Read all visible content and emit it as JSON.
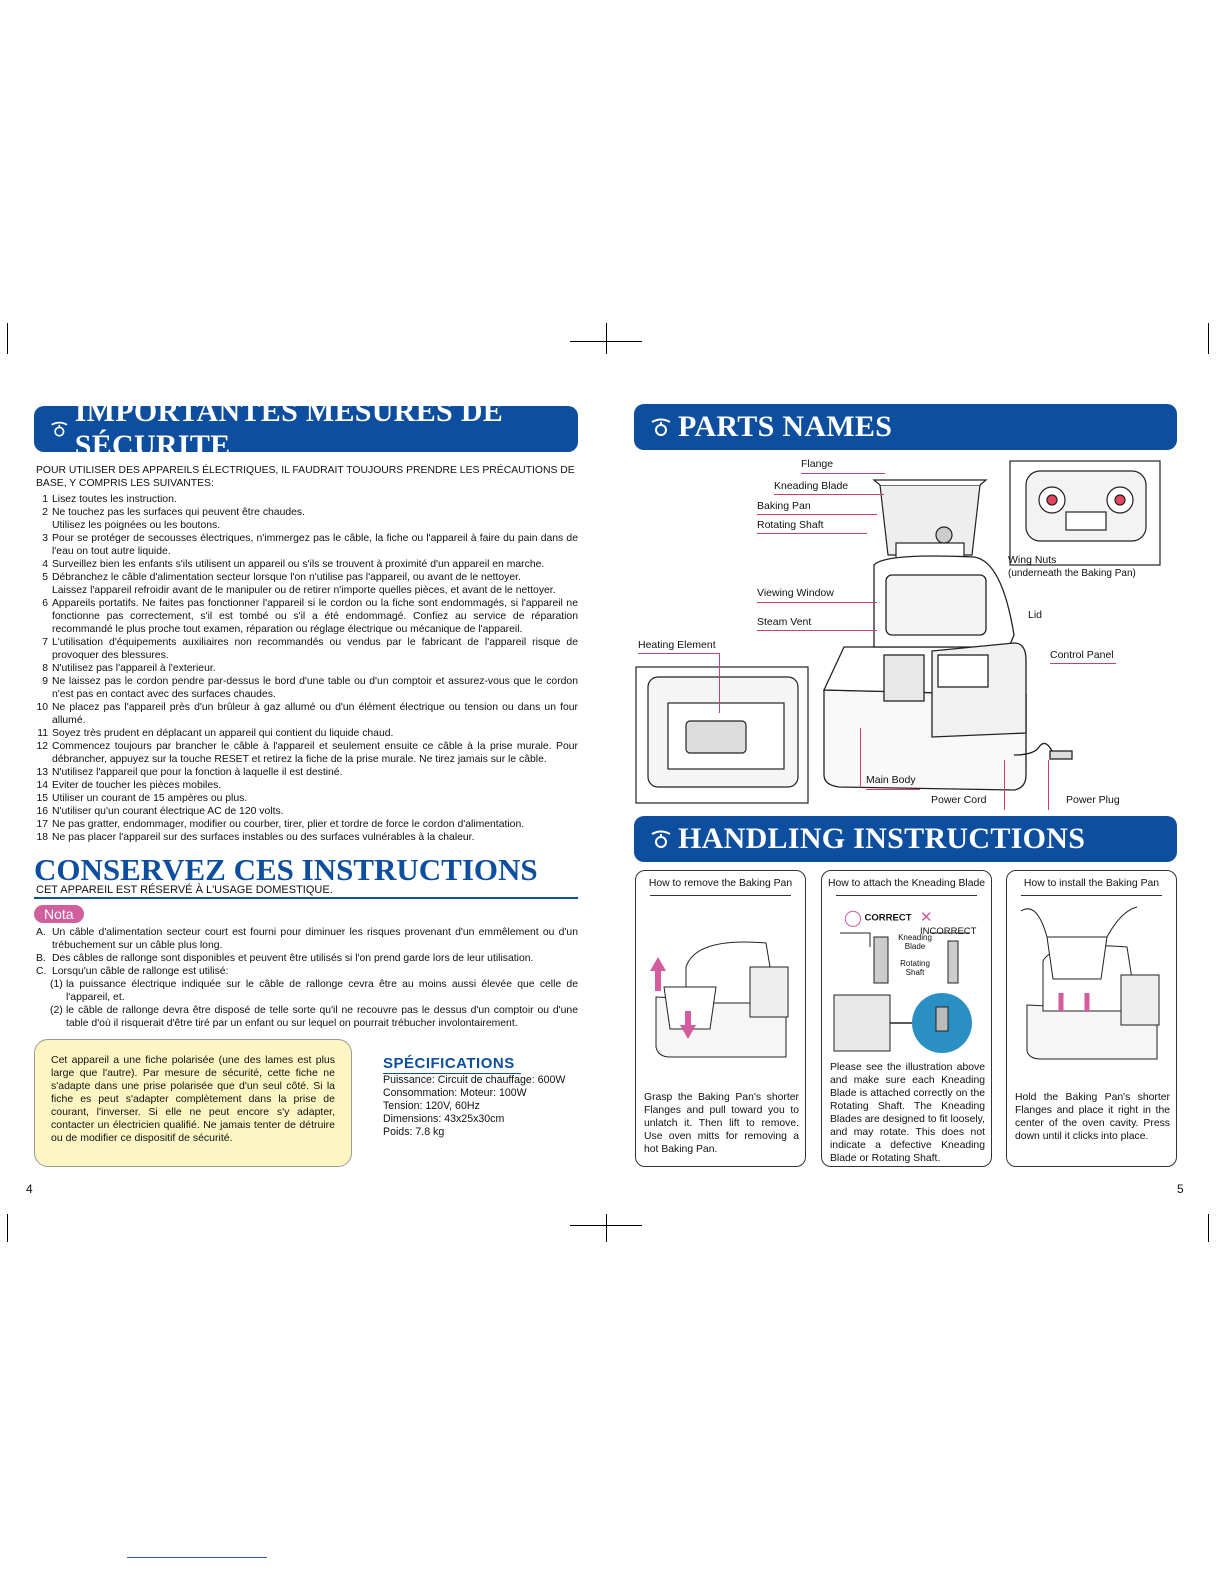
{
  "left": {
    "banner_title": "IMPORTANTES MESURES DE SÉCURITE",
    "intro": "POUR UTILISER DES APPAREILS ÉLECTRIQUES, IL FAUDRAIT TOUJOURS PRENDRE LES PRÉCAUTIONS DE BASE, Y COMPRIS LES SUIVANTES:",
    "rules": [
      {
        "n": "1",
        "text": "Lisez toutes les instruction."
      },
      {
        "n": "2",
        "text": "Ne touchez pas les surfaces qui peuvent être chaudes.",
        "sub": "Utilisez les poignées ou les boutons."
      },
      {
        "n": "3",
        "text": "Pour se protéger de secousses électriques, n'immergez pas le câble, la fiche ou l'appareil à faire du pain dans de l'eau on tout autre liquide."
      },
      {
        "n": "4",
        "text": "Surveillez bien les enfants s'ils utilisent un appareil ou s'ils se trouvent à proximité d'un appareil en marche."
      },
      {
        "n": "5",
        "text": "Débranchez le câble d'alimentation secteur lorsque l'on n'utilise pas l'appareil, ou avant de le nettoyer.",
        "sub": "Laissez l'appareil refroidir avant de le manipuler ou de retirer n'importe quelles pièces, et avant de le nettoyer."
      },
      {
        "n": "6",
        "text": "Appareils portatifs. Ne faites pas fonctionner l'appareil si le cordon ou la fiche sont endommagés, si l'appareil ne fonctionne pas correctement, s'il est tombé ou s'il a été endommagé. Confiez au service de réparation recommandé le plus proche tout examen, réparation ou réglage électrique ou mécanique de l'appareil."
      },
      {
        "n": "7",
        "text": "L'utilisation d'équipements auxiliaires non recommandés ou vendus par le fabricant de l'appareil risque de provoquer des blessures."
      },
      {
        "n": "8",
        "text": "N'utilisez pas l'appareil à l'exterieur."
      },
      {
        "n": "9",
        "text": "Ne laissez pas le cordon pendre par-dessus le bord d'une table ou d'un comptoir et assurez-vous que le cordon n'est pas en contact avec des surfaces chaudes."
      },
      {
        "n": "10",
        "text": "Ne placez pas l'appareil près d'un brûleur à gaz allumé ou d'un élément électrique ou tension ou dans un four allumé."
      },
      {
        "n": "11",
        "text": "Soyez très prudent en déplacant un appareil qui contient du liquide chaud."
      },
      {
        "n": "12",
        "text": "Commencez toujours par brancher le câble à l'appareil et seulement ensuite ce câble à la prise murale. Pour débrancher, appuyez sur la touche RESET et retirez la fiche de la prise murale. Ne tirez jamais sur le câble."
      },
      {
        "n": "13",
        "text": "N'utilisez l'appareil que pour la fonction à laquelle il est destiné."
      },
      {
        "n": "14",
        "text": "Eviter de toucher les pièces mobiles."
      },
      {
        "n": "15",
        "text": "Utiliser un courant de 15 ampères ou plus."
      },
      {
        "n": "16",
        "text": "N'utiliser qu'un courant électrique AC de 120 volts."
      },
      {
        "n": "17",
        "text": "Ne pas gratter, endommager, modifier ou courber, tirer, plier et tordre de force le cordon d'alimentation."
      },
      {
        "n": "18",
        "text": "Ne pas placer l'appareil sur des surfaces instables ou des surfaces vulnérables à la chaleur."
      }
    ],
    "conserve_title": "CONSERVEZ CES INSTRUCTIONS",
    "conserve_sub": "CET APPAREIL EST RÉSERVÉ À L'USAGE DOMESTIQUE.",
    "nota_label": "Nota",
    "notes": [
      {
        "n": "A.",
        "text": "Un câble d'alimentation secteur court est fourni pour diminuer les risques provenant d'un emmêlement ou d'un trébuchement sur un câble plus long."
      },
      {
        "n": "B.",
        "text": "Des câbles de rallonge sont disponibles et peuvent être utilisés si l'on prend garde lors de leur utilisation."
      },
      {
        "n": "C.",
        "text": "Lorsqu'un câble de rallonge est utilisé:"
      },
      {
        "n": "(1)",
        "text": "la puissance électrique indiquée sur le câble de rallonge cevra être au moins aussi élevée que celle de l'appareil, et."
      },
      {
        "n": "(2)",
        "text": "le câble de rallonge devra être disposé de telle sorte qu'il ne recouvre pas le dessus d'un comptoir ou d'une table d'où il risquerait d'être tiré par un enfant ou sur lequel on pourrait trébucher involontairement."
      }
    ],
    "polarized": "Cet appareil a une fiche polarisée (une des lames est plus large que l'autre). Par mesure de sécurité, cette fiche ne s'adapte dans une prise polarisée que d'un seul côté. Si la fiche es peut s'adapter complètement dans la prise de courant, l'inverser. Si elle ne peut encore s'y adapter, contacter un électricien qualifié. Ne jamais tenter de détruire ou de modifier ce dispositif de sécurité.",
    "specs": {
      "title": "SPÉCIFICATIONS",
      "lines": [
        "Puissance: Circuit de chauffage: 600W",
        "Consommation: Moteur: 100W",
        "Tension: 120V, 60Hz",
        "Dimensions: 43x25x30cm",
        "Poids: 7.8 kg"
      ]
    },
    "page_number": "4"
  },
  "right": {
    "parts_title": "PARTS NAMES",
    "parts": {
      "flange": "Flange",
      "kneading_blade": "Kneading Blade",
      "baking_pan": "Baking Pan",
      "rotating_shaft": "Rotating Shaft",
      "wing_nuts": "Wing Nuts",
      "wing_nuts_note": "(underneath the Baking Pan)",
      "viewing_window": "Viewing Window",
      "steam_vent": "Steam Vent",
      "lid": "Lid",
      "heating_element": "Heating Element",
      "control_panel": "Control Panel",
      "main_body": "Main Body",
      "power_cord": "Power Cord",
      "power_plug": "Power Plug"
    },
    "handling_title": "HANDLING INSTRUCTIONS",
    "handling": [
      {
        "title": "How to remove the Baking Pan",
        "text": "Grasp the Baking Pan's shorter Flanges and pull toward you to unlatch it. Then lift to remove. Use oven mitts for removing a hot Baking Pan."
      },
      {
        "title": "How to attach the Kneading Blade",
        "text": "Please see the illustration above and make sure each Kneading Blade is attached correctly on the Rotating Shaft. The Kneading Blades are designed to fit loosely, and may rotate. This does not indicate a defective Kneading Blade or Rotating Shaft.",
        "correct": "CORRECT",
        "incorrect": "INCORRECT",
        "blade": "Kneading Blade",
        "shaft": "Rotating Shaft"
      },
      {
        "title": "How to install the Baking Pan",
        "text": "Hold the Baking Pan's shorter Flanges and place it right in the center of the oven cavity. Press down until it clicks into place."
      }
    ],
    "page_number": "5"
  },
  "colors": {
    "banner": "#0d4e9e",
    "nota": "#d0609c",
    "note_box": "#fdf6c3",
    "leader": "#c8406b"
  }
}
